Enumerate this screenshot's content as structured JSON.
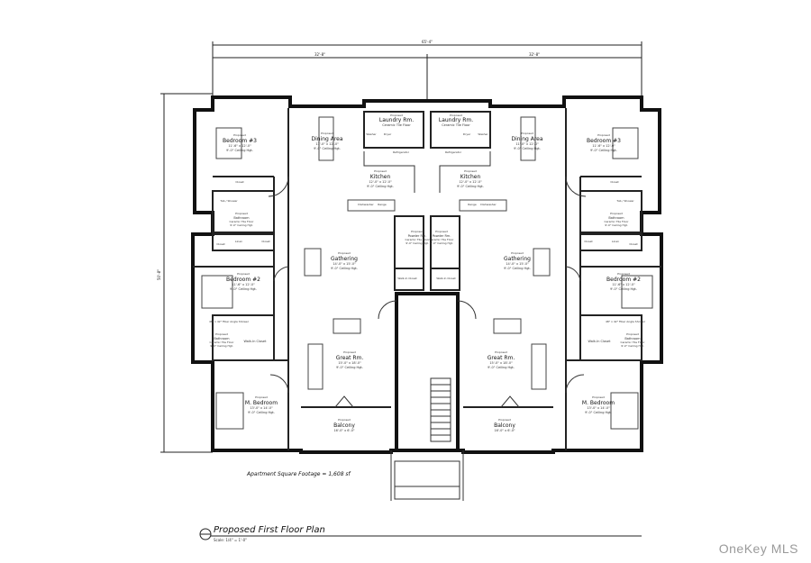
{
  "dimensions": {
    "overall_width": "65'-4\"",
    "left_width": "32'-8\"",
    "right_width": "32'-8\"",
    "overall_depth": "50'-8\""
  },
  "left_unit": {
    "rooms": [
      {
        "name": "Bedroom #3",
        "proposed": "Proposed",
        "size": "11'-6\" x 12'-0\"",
        "ceiling": "9'-0\" Ceiling Hgt."
      },
      {
        "name": "Dining Area",
        "proposed": "Proposed",
        "size": "11'-0\" x 12'-0\"",
        "ceiling": "9'-0\" Ceiling Hgt."
      },
      {
        "name": "Laundry Rm.",
        "proposed": "Proposed",
        "size": "Ceramic Tile Floor",
        "ceiling": ""
      },
      {
        "name": "Kitchen",
        "proposed": "Proposed",
        "size": "12'-0\" x 12'-0\"",
        "ceiling": "9'-0\" Ceiling Hgt."
      },
      {
        "name": "Bathroom",
        "proposed": "Proposed",
        "size": "Ceramic Tile Floor",
        "ceiling": "9'-0\" Ceiling Hgt."
      },
      {
        "name": "Powder Rm.",
        "proposed": "Proposed",
        "size": "Ceramic Tile Floor",
        "ceiling": "9'-0\" Ceiling Hgt."
      },
      {
        "name": "Gathering",
        "proposed": "Proposed",
        "size": "14'-0\" x 15'-0\"",
        "ceiling": "9'-0\" Ceiling Hgt."
      },
      {
        "name": "Bedroom #2",
        "proposed": "Proposed",
        "size": "11'-6\" x 12'-0\"",
        "ceiling": "9'-0\" Ceiling Hgt."
      },
      {
        "name": "Bathroom",
        "proposed": "Proposed",
        "size": "Ceramic Tile Floor",
        "ceiling": "9'-0\" Ceiling Hgt."
      },
      {
        "name": "Walk-In Closet",
        "proposed": "",
        "size": "",
        "ceiling": ""
      },
      {
        "name": "Great Rm.",
        "proposed": "Proposed",
        "size": "15'-0\" x 18'-0\"",
        "ceiling": "9'-0\" Ceiling Hgt."
      },
      {
        "name": "M. Bedroom",
        "proposed": "Proposed",
        "size": "13'-0\" x 14'-0\"",
        "ceiling": "9'-0\" Ceiling Hgt."
      },
      {
        "name": "Balcony",
        "proposed": "Proposed",
        "size": "16'-0\" x 6'-0\"",
        "ceiling": ""
      }
    ],
    "closet_labels": [
      "Closet",
      "Closet",
      "Linen",
      "Closet",
      "Walk-In Closet"
    ],
    "appliance_labels": [
      "Washer",
      "Dryer",
      "Refrigerator",
      "Dishwasher",
      "Range"
    ],
    "fixture_labels": [
      "Tub / Shower",
      "48\" x 42\" Fiber Angle Shower"
    ]
  },
  "right_unit": {
    "rooms": [
      {
        "name": "Bedroom #3",
        "proposed": "Proposed",
        "size": "11'-6\" x 12'-0\"",
        "ceiling": "9'-0\" Ceiling Hgt."
      },
      {
        "name": "Dining Area",
        "proposed": "Proposed",
        "size": "11'-0\" x 12'-0\"",
        "ceiling": "9'-0\" Ceiling Hgt."
      },
      {
        "name": "Laundry Rm.",
        "proposed": "Proposed",
        "size": "Ceramic Tile Floor",
        "ceiling": ""
      },
      {
        "name": "Kitchen",
        "proposed": "Proposed",
        "size": "12'-0\" x 12'-0\"",
        "ceiling": "9'-0\" Ceiling Hgt."
      },
      {
        "name": "Bathroom",
        "proposed": "Proposed",
        "size": "Ceramic Tile Floor",
        "ceiling": "9'-0\" Ceiling Hgt."
      },
      {
        "name": "Powder Rm.",
        "proposed": "Proposed",
        "size": "Ceramic Tile Floor",
        "ceiling": "9'-0\" Ceiling Hgt."
      },
      {
        "name": "Gathering",
        "proposed": "Proposed",
        "size": "14'-0\" x 15'-0\"",
        "ceiling": "9'-0\" Ceiling Hgt."
      },
      {
        "name": "Bedroom #2",
        "proposed": "Proposed",
        "size": "11'-6\" x 12'-0\"",
        "ceiling": "9'-0\" Ceiling Hgt."
      },
      {
        "name": "Bathroom",
        "proposed": "Proposed",
        "size": "Ceramic Tile Floor",
        "ceiling": "9'-0\" Ceiling Hgt."
      },
      {
        "name": "Walk-In Closet",
        "proposed": "",
        "size": "",
        "ceiling": ""
      },
      {
        "name": "Great Rm.",
        "proposed": "Proposed",
        "size": "15'-0\" x 18'-0\"",
        "ceiling": "9'-0\" Ceiling Hgt."
      },
      {
        "name": "M. Bedroom",
        "proposed": "Proposed",
        "size": "13'-0\" x 14'-0\"",
        "ceiling": "9'-0\" Ceiling Hgt."
      },
      {
        "name": "Balcony",
        "proposed": "Proposed",
        "size": "16'-0\" x 6'-0\"",
        "ceiling": ""
      }
    ],
    "closet_labels": [
      "Closet",
      "Closet",
      "Linen",
      "Closet",
      "Walk-In Closet"
    ],
    "appliance_labels": [
      "Washer",
      "Dryer",
      "Refrigerator",
      "Dishwasher",
      "Range"
    ],
    "fixture_labels": [
      "Tub / Shower",
      "48\" x 42\" Fiber Angle Shower"
    ]
  },
  "footage": "Apartment Square Footage = 1,608 sf",
  "title": "Proposed First Floor Plan",
  "scale": "Scale: 1/4\" = 1'-0\"",
  "watermark": "OneKey MLS"
}
